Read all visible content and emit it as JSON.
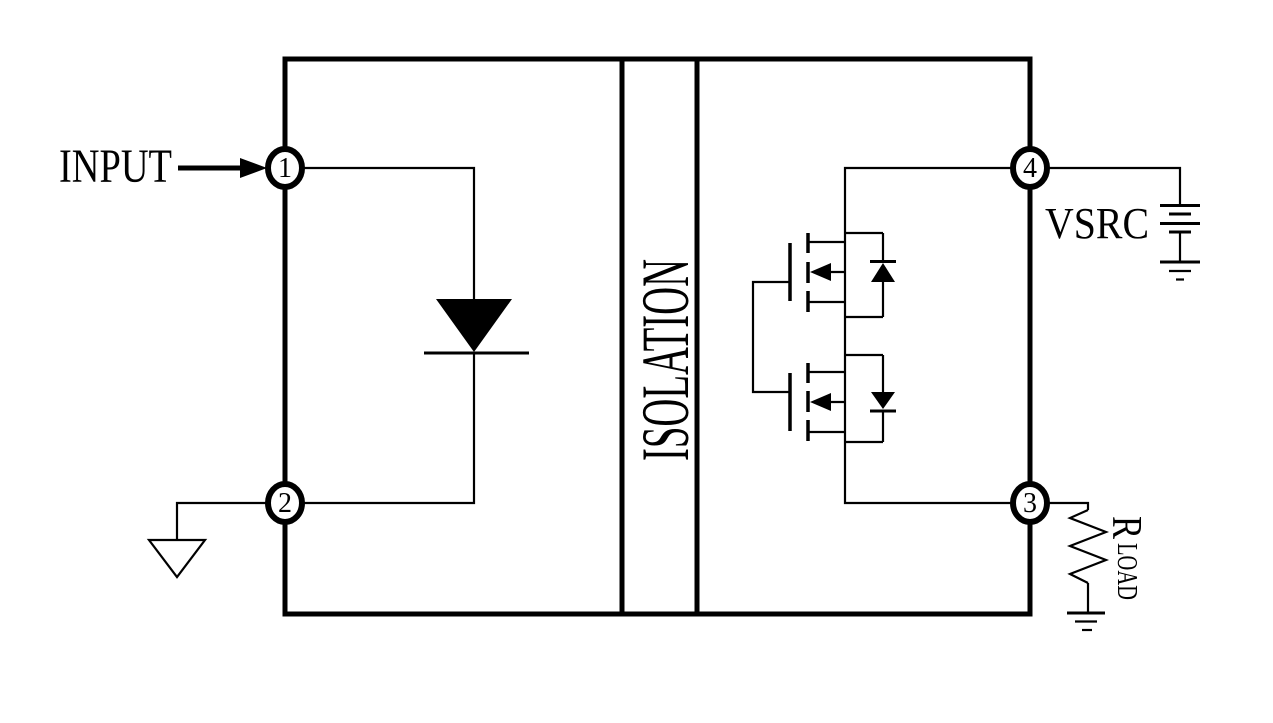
{
  "diagram": {
    "kind": "isolated solid-state relay schematic (LED input, back-to-back MOSFET output)",
    "labels": {
      "input": "INPUT",
      "isolation": "ISOLATION",
      "vsrc": "VSRC",
      "rload_r": "R",
      "rload_sub": "LOAD"
    },
    "pins": {
      "p1": "1",
      "p2": "2",
      "p3": "3",
      "p4": "4"
    },
    "colors": {
      "line": "#000000",
      "background": "#ffffff"
    }
  }
}
